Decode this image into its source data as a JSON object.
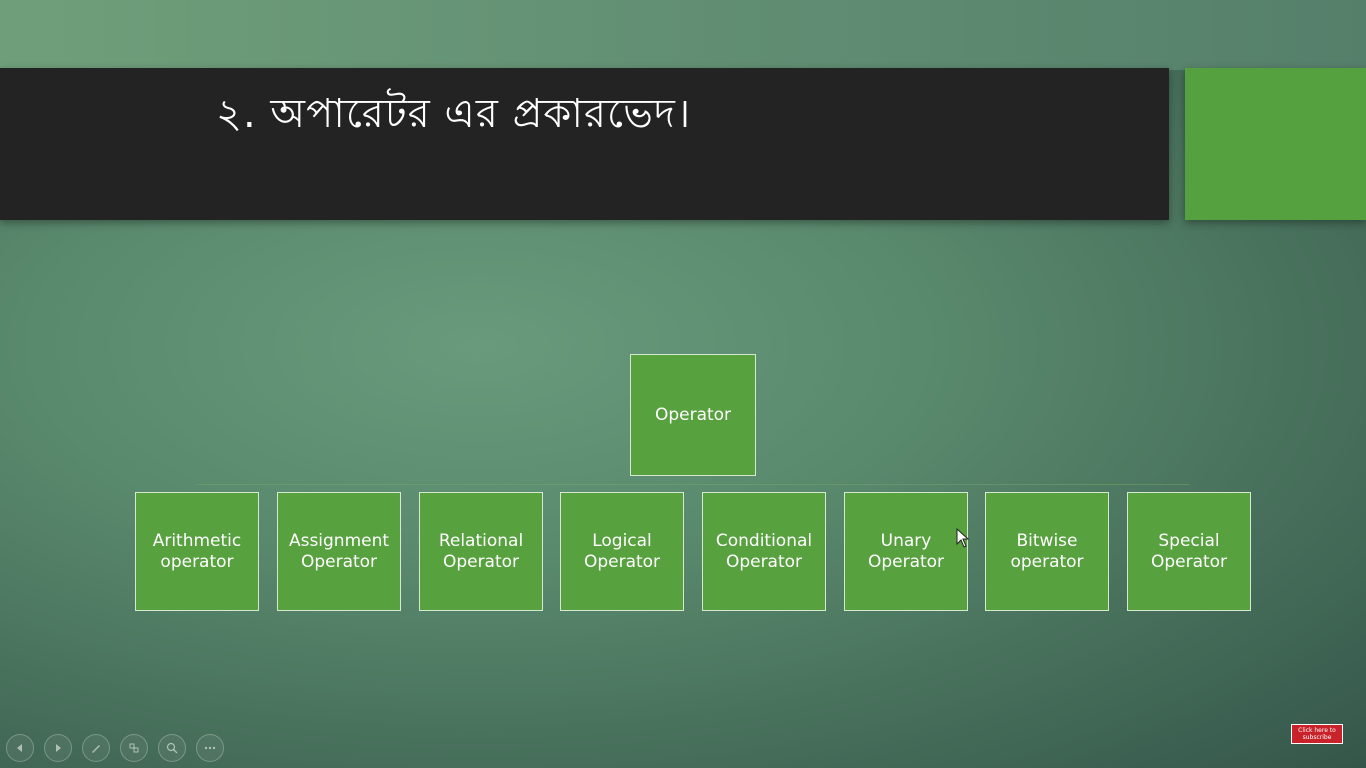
{
  "slide": {
    "title": "২. অপারেটর এর প্রকারভেদ।"
  },
  "diagram": {
    "root": "Operator",
    "children": [
      {
        "line1": "Arithmetic",
        "line2": "operator"
      },
      {
        "line1": "Assignment",
        "line2": "Operator"
      },
      {
        "line1": "Relational",
        "line2": "Operator"
      },
      {
        "line1": "Logical",
        "line2": "Operator"
      },
      {
        "line1": "Conditional",
        "line2": "Operator"
      },
      {
        "line1": "Unary",
        "line2": "Operator"
      },
      {
        "line1": "Bitwise",
        "line2": "operator"
      },
      {
        "line1": "Special",
        "line2": "Operator"
      }
    ]
  },
  "controls": {
    "icons": [
      "previous-slide-icon",
      "next-slide-icon",
      "pen-icon",
      "slides-grid-icon",
      "zoom-icon",
      "more-options-icon"
    ]
  },
  "overlay": {
    "subscribe_line1": "Click here to",
    "subscribe_line2": "subscribe"
  },
  "colors": {
    "title_bar": "#232323",
    "accent_green": "#56a13f",
    "node_green": "#57a13f"
  }
}
